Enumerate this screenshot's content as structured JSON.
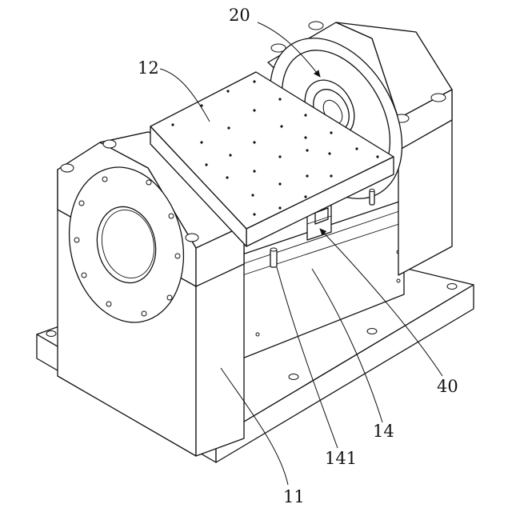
{
  "labels": {
    "ref_20": "20",
    "ref_12": "12",
    "ref_40": "40",
    "ref_14": "14",
    "ref_141": "141",
    "ref_11": "11"
  }
}
